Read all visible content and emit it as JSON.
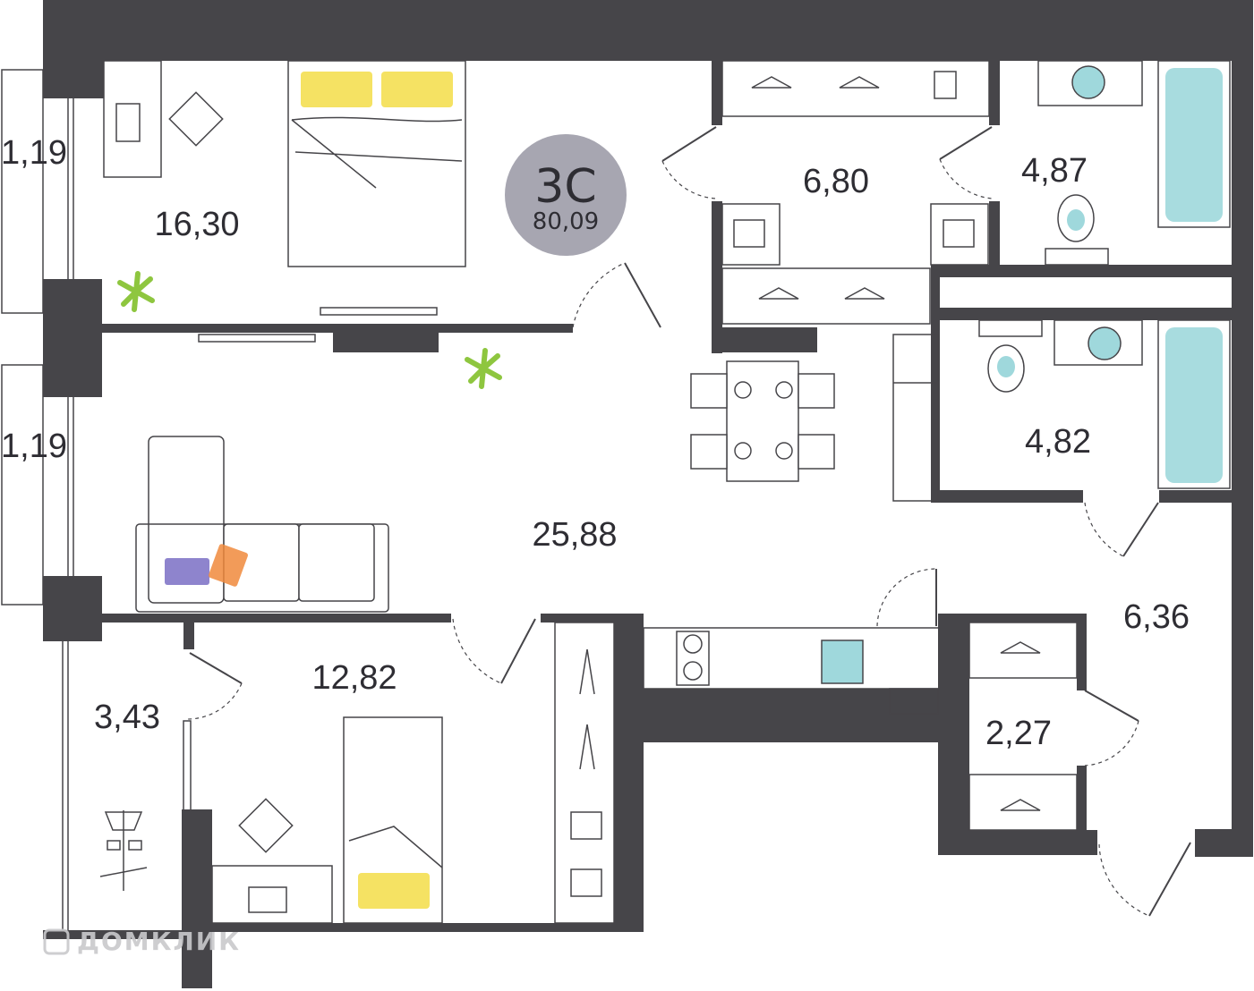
{
  "apartment": {
    "type": "3С",
    "total_area": "80,09",
    "badge_color": "#a7a6b1"
  },
  "rooms": {
    "bedroom_main": "16,30",
    "wardrobe": "6,80",
    "bathroom_upper": "4,87",
    "living_kitchen": "25,88",
    "bathroom_lower": "4,82",
    "hallway": "6,36",
    "bedroom_small": "12,82",
    "balcony_lower": "3,43",
    "storage": "2,27",
    "balcony_upper_1": "1,19",
    "balcony_upper_2": "1,19"
  },
  "watermark": {
    "text": "ДОМКЛИК"
  },
  "colors": {
    "wall": "#464549",
    "bath_water": "#9fd8dc",
    "pillow": "#f3dd48",
    "plant": "#8ec63f",
    "cushion_purple": "#7a6fc4",
    "cushion_orange": "#f08a3c"
  }
}
